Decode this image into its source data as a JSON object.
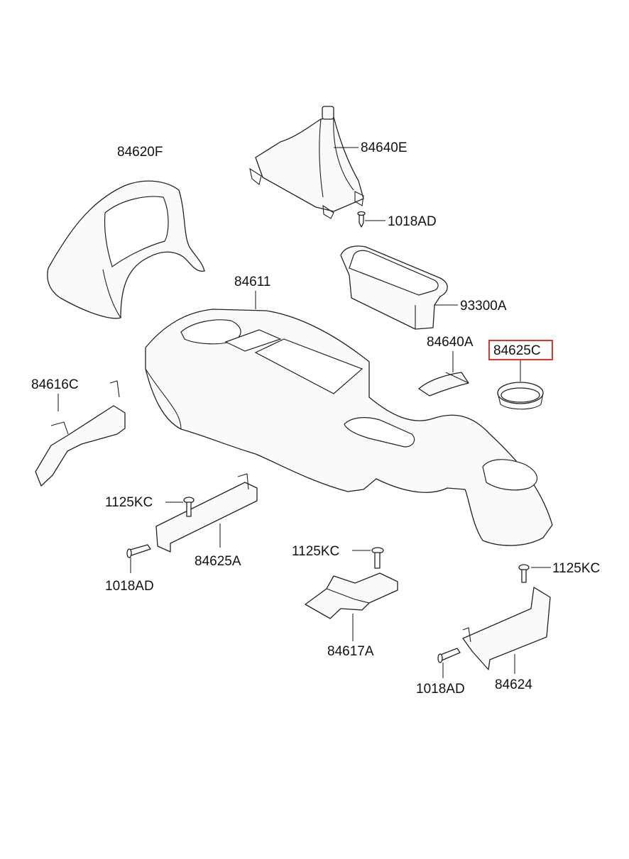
{
  "parts": [
    {
      "id": "p84620F",
      "label": "84620F"
    },
    {
      "id": "p84640E",
      "label": "84640E"
    },
    {
      "id": "p1018AD_top",
      "label": "1018AD"
    },
    {
      "id": "p84611",
      "label": "84611"
    },
    {
      "id": "p93300A",
      "label": "93300A"
    },
    {
      "id": "p84640A",
      "label": "84640A"
    },
    {
      "id": "p84625C",
      "label": "84625C",
      "highlighted": true
    },
    {
      "id": "p84616C",
      "label": "84616C"
    },
    {
      "id": "p1125KC_left",
      "label": "1125KC"
    },
    {
      "id": "p84625A",
      "label": "84625A"
    },
    {
      "id": "p1018AD_left",
      "label": "1018AD"
    },
    {
      "id": "p1125KC_mid",
      "label": "1125KC"
    },
    {
      "id": "p84617A",
      "label": "84617A"
    },
    {
      "id": "p1125KC_right",
      "label": "1125KC"
    },
    {
      "id": "p1018AD_right",
      "label": "1018AD"
    },
    {
      "id": "p84624",
      "label": "84624"
    }
  ],
  "colors": {
    "highlight": "#e0362c",
    "stroke": "#222222",
    "label": "#111111"
  }
}
